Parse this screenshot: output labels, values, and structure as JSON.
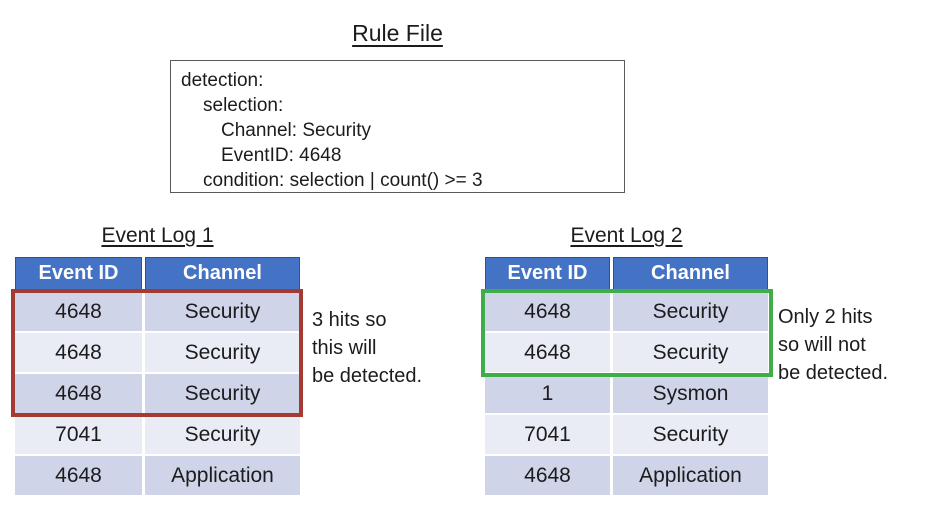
{
  "rule_file": {
    "title": "Rule File",
    "lines": [
      {
        "text": "detection:"
      },
      {
        "text": "selection:"
      },
      {
        "text": "Channel: Security"
      },
      {
        "text": "EventID: 4648"
      },
      {
        "text": "condition: selection | count() >= 3"
      }
    ]
  },
  "event_logs": [
    {
      "title": "Event Log 1",
      "headers": [
        "Event ID",
        "Channel"
      ],
      "rows": [
        [
          "4648",
          "Security"
        ],
        [
          "4648",
          "Security"
        ],
        [
          "4648",
          "Security"
        ],
        [
          "7041",
          "Security"
        ],
        [
          "4648",
          "Application"
        ]
      ],
      "highlight": {
        "rows_covered": 3,
        "color": "#A43B32"
      },
      "note_lines": [
        "3 hits so",
        "this will",
        "be detected."
      ]
    },
    {
      "title": "Event Log 2",
      "headers": [
        "Event ID",
        "Channel"
      ],
      "rows": [
        [
          "4648",
          "Security"
        ],
        [
          "4648",
          "Security"
        ],
        [
          "1",
          "Sysmon"
        ],
        [
          "7041",
          "Security"
        ],
        [
          "4648",
          "Application"
        ]
      ],
      "highlight": {
        "rows_covered": 2,
        "color": "#3FAE49"
      },
      "note_lines": [
        "Only 2 hits",
        "so will not",
        "be detected."
      ]
    }
  ],
  "colors": {
    "header_bg": "#4472C4",
    "header_border": "#2F528F",
    "row_dark": "#CFD4E8",
    "row_light": "#E9EBF5",
    "highlight_red": "#A43B32",
    "highlight_green": "#3FAE49",
    "rule_box_border": "#595959"
  }
}
